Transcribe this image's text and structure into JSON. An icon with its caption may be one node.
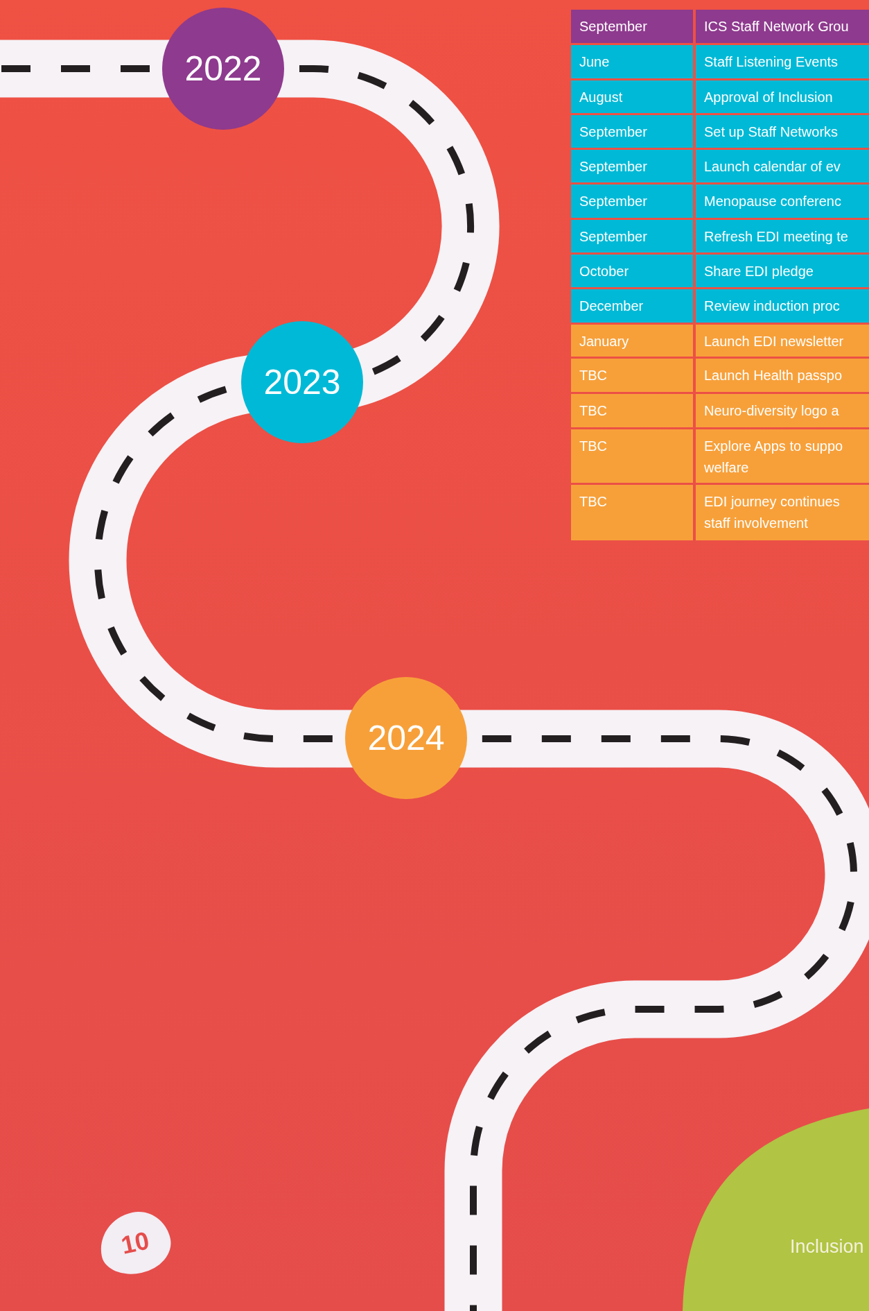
{
  "diagram": {
    "nodes": [
      {
        "text": [
          "2022"
        ]
      },
      {
        "text": [
          "2023"
        ]
      },
      {
        "text": [
          "2024"
        ]
      },
      {
        "text": [
          "10"
        ]
      },
      {
        "text": [
          "Inclusion"
        ]
      }
    ],
    "labels": [
      "September",
      "ICS Staff Network Grou",
      "June",
      "Staff Listening Events",
      "August",
      "Approval of Inclusion",
      "September",
      "Set up Staff Networks",
      "September",
      "Launch calendar of ev",
      "September",
      "Menopause conferenc",
      "September",
      "Refresh EDI meeting te",
      "October",
      "Share EDI pledge",
      "December",
      "Review induction proc",
      "January",
      "Launch EDI newsletter",
      "TBC",
      "Launch Health passpo",
      "TBC",
      "Neuro-diversity logo a",
      "TBC",
      "Explore Apps to suppo welfare",
      "TBC",
      "EDI journey continues staff involvement"
    ]
  }
}
